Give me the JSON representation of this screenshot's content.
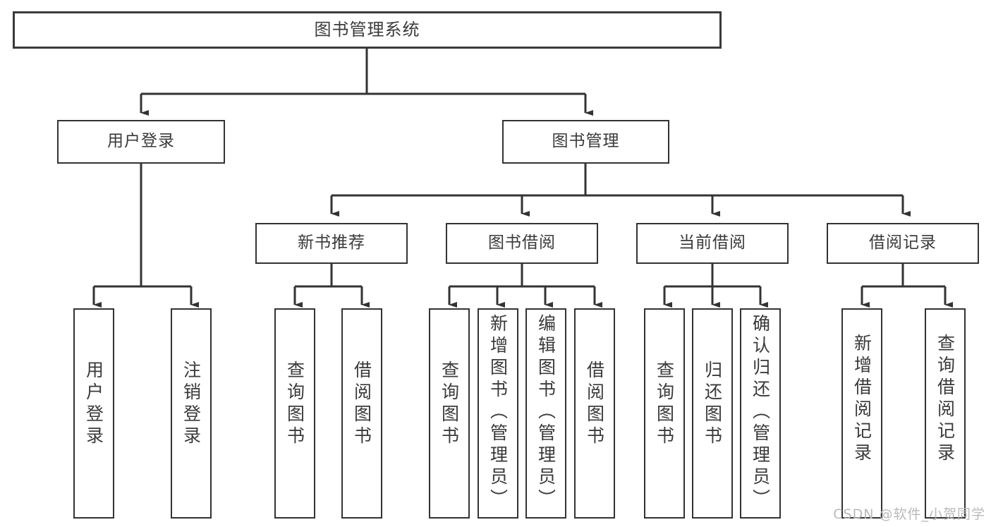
{
  "diagram": {
    "title": "图书管理系统",
    "type": "hierarchical-tree",
    "orientation": "top-down",
    "line_color": "#333333",
    "box_fill": "#ffffff",
    "text_color": "#3a3a3a"
  },
  "nodes": {
    "root": {
      "label": "图书管理系统",
      "level": 0
    },
    "l1": [
      {
        "id": "user-login",
        "label": "用户登录"
      },
      {
        "id": "book-management",
        "label": "图书管理"
      }
    ],
    "l2": [
      {
        "id": "new-book-recommend",
        "label": "新书推荐",
        "parent": "book-management"
      },
      {
        "id": "book-borrow",
        "label": "图书借阅",
        "parent": "book-management"
      },
      {
        "id": "current-borrow",
        "label": "当前借阅",
        "parent": "book-management"
      },
      {
        "id": "borrow-record",
        "label": "借阅记录",
        "parent": "book-management"
      }
    ],
    "leaves": [
      {
        "id": "leaf-user-login",
        "label": "用户登录",
        "parent": "user-login"
      },
      {
        "id": "leaf-logout",
        "label": "注销登录",
        "parent": "user-login"
      },
      {
        "id": "leaf-query-books-1",
        "label": "查询图书",
        "parent": "new-book-recommend"
      },
      {
        "id": "leaf-borrow-books-1",
        "label": "借阅图书",
        "parent": "new-book-recommend"
      },
      {
        "id": "leaf-query-books-2",
        "label": "查询图书",
        "parent": "book-borrow"
      },
      {
        "id": "leaf-add-book",
        "label": "新增图书（管理员）",
        "parent": "book-borrow"
      },
      {
        "id": "leaf-edit-book",
        "label": "编辑图书（管理员）",
        "parent": "book-borrow"
      },
      {
        "id": "leaf-borrow-books-2",
        "label": "借阅图书",
        "parent": "book-borrow"
      },
      {
        "id": "leaf-query-books-3",
        "label": "查询图书",
        "parent": "current-borrow"
      },
      {
        "id": "leaf-return-books",
        "label": "归还图书",
        "parent": "current-borrow"
      },
      {
        "id": "leaf-confirm-return",
        "label": "确认归还（管理员）",
        "parent": "current-borrow"
      },
      {
        "id": "leaf-add-record",
        "label": "新增借阅记录",
        "parent": "borrow-record"
      },
      {
        "id": "leaf-query-record",
        "label": "查询借阅记录",
        "parent": "borrow-record"
      }
    ]
  },
  "watermark": {
    "text": "CSDN @软件_小贺同学"
  }
}
